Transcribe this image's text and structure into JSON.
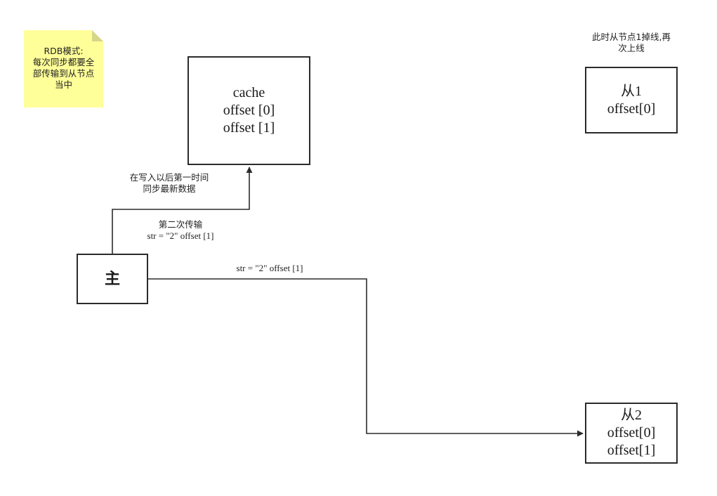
{
  "note": {
    "lines": [
      "RDB模式:",
      "每次同步都要全",
      "部传输到从节点",
      "当中"
    ],
    "fill": "#ffff99"
  },
  "cache_node": {
    "lines": [
      "cache",
      "offset [0]",
      "offset [1]"
    ]
  },
  "main_node": {
    "label": "主"
  },
  "slave1_node": {
    "lines": [
      "从1",
      "offset[0]"
    ]
  },
  "slave2_node": {
    "lines": [
      "从2",
      "offset[0]",
      "offset[1]"
    ]
  },
  "slave1_annotation": {
    "lines": [
      "此时从节点1掉线,再",
      "次上线"
    ]
  },
  "edge_to_cache": {
    "write_label": [
      "在写入以后第一时间",
      "同步最新数据"
    ],
    "transfer_title": "第二次传输",
    "transfer_value": "str = \"2\" offset [1]"
  },
  "edge_to_slave2": {
    "label": "str = \"2\" offset [1]"
  },
  "colors": {
    "stroke": "#2b2b2b",
    "background": "#ffffff"
  }
}
